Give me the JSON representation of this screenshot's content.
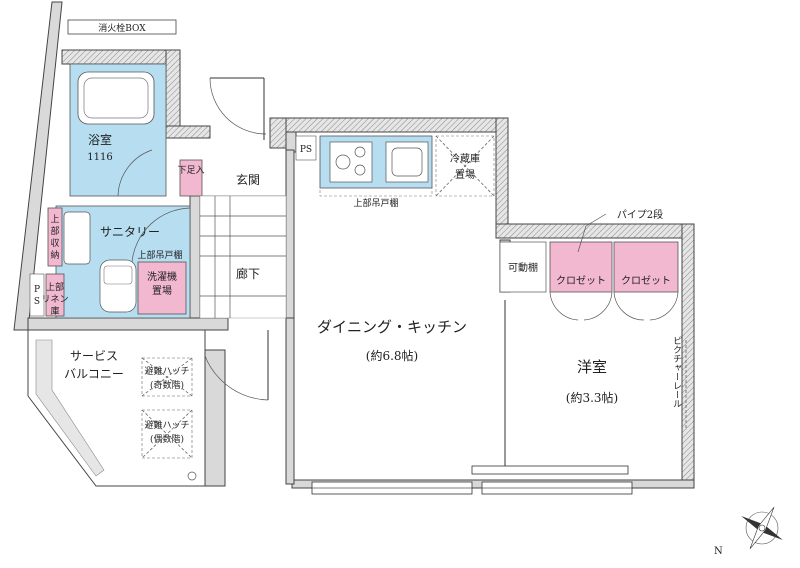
{
  "labels": {
    "hydrant_box": "消火栓BOX",
    "bathroom": "浴室",
    "bathroom_size": "1116",
    "shoe_storage": "下足入",
    "entrance": "玄関",
    "ps_top": "PS",
    "fridge": "冷蔵庫\n置場",
    "upper_cabinet_kitchen": "上部吊戸棚",
    "pipe_shelf": "パイプ2段",
    "sanitary": "サニタリー",
    "upper_cabinet_sanitary": "上部吊戸棚",
    "upper_storage": "上部収納",
    "washer": "洗濯機\n置場",
    "corridor": "廊下",
    "movable_shelf": "可動棚",
    "closet_1": "クロゼット",
    "closet_2": "クロゼット",
    "ps_left": "PS",
    "upper_linen": "上部リネン庫",
    "dining_kitchen": "ダイニング・キッチン",
    "dining_kitchen_size": "(約6.8帖)",
    "western_room": "洋室",
    "western_room_size": "(約3.3帖)",
    "picture_rail": "ピクチャーレール",
    "service_balcony": "サービス\nバルコニー",
    "hatch_odd": "避難ハッチ\n(奇数階)",
    "hatch_even": "避難ハッチ\n(偶数階)"
  },
  "colors": {
    "wet_area": "#b7ddf0",
    "closet": "#f2b8d0",
    "wall": "#d9d9d9"
  },
  "icons": [
    "compass-icon",
    "stove-icon",
    "sink-icon",
    "toilet-icon",
    "washbasin-icon",
    "bathtub-icon"
  ]
}
